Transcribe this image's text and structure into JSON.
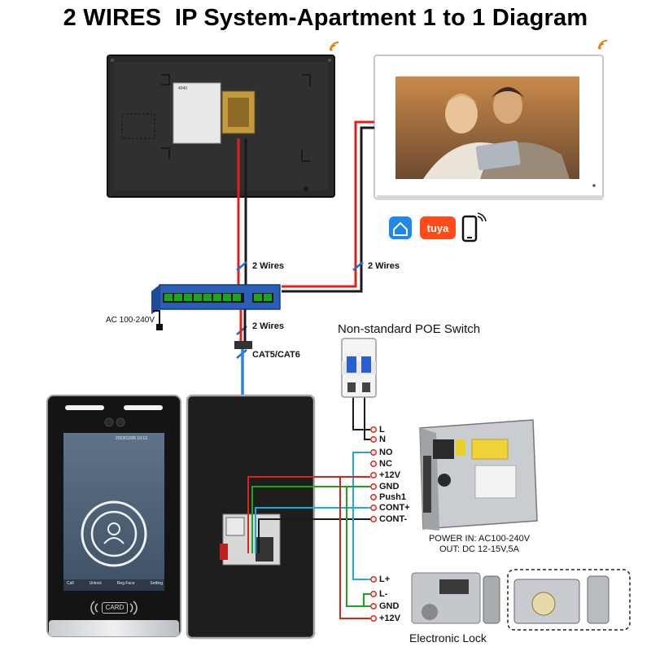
{
  "title": "2 WIRES  IP System-Apartment 1 to 1 Diagram",
  "labels": {
    "two_wires_left": "2 Wires",
    "two_wires_right": "2 Wires",
    "two_wires_lower": "2 Wires",
    "cat": "CAT5/CAT6",
    "ac_input": "AC 100-240V",
    "poe_switch": "Non-standard POE Switch",
    "psu_line1": "POWER  IN: AC100-240V",
    "psu_line2": "OUT: DC 12-15V,5A",
    "lock": "Electronic Lock",
    "tuya": "tuya"
  },
  "psu_terminals": [
    "L",
    "N",
    "NO",
    "NC",
    "+12V",
    "GND",
    "Push1",
    "CONT+",
    "CONT-"
  ],
  "lock_terminals": [
    "L+",
    "L-",
    "GND",
    "+12V"
  ],
  "station": {
    "screen_top_text": "2023/12/06  10:13",
    "menu": [
      "Call",
      "Unlock",
      "Reg Face",
      "Setting"
    ],
    "card_label": "CARD"
  },
  "colors": {
    "wire_red": "#e0201a",
    "wire_black": "#1a1a1a",
    "wire_blue": "#2f86d6",
    "wire_cyan": "#1fa8d8",
    "wire_green": "#1aa51a",
    "switch_blue": "#2a5fb8",
    "wifi_orange": "#f07a10"
  },
  "icons": [
    "wifi-icon",
    "smart-home-icon",
    "tuya-icon",
    "phone-wifi-icon"
  ]
}
